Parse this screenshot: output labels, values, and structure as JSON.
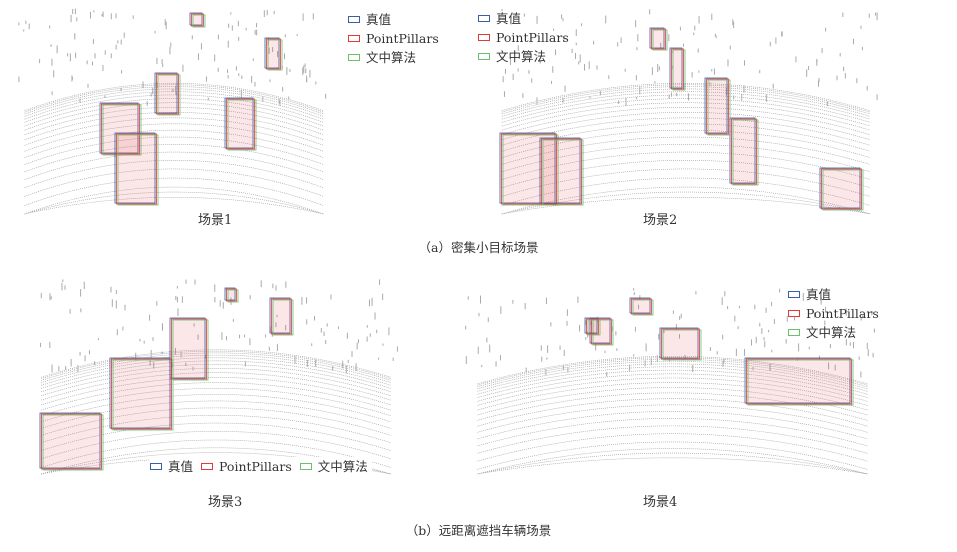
{
  "legend": {
    "items": [
      {
        "label": "真值",
        "color": "#3a5ea8"
      },
      {
        "label": "PointPillars",
        "color": "#e03a3a"
      },
      {
        "label": "文中算法",
        "color": "#6cbf6c"
      }
    ]
  },
  "scenes": [
    {
      "label": "场景1"
    },
    {
      "label": "场景2"
    },
    {
      "label": "场景3"
    },
    {
      "label": "场景4"
    }
  ],
  "captions": {
    "a": "（a）密集小目标场景",
    "b": "（b）远距离遮挡车辆场景"
  }
}
